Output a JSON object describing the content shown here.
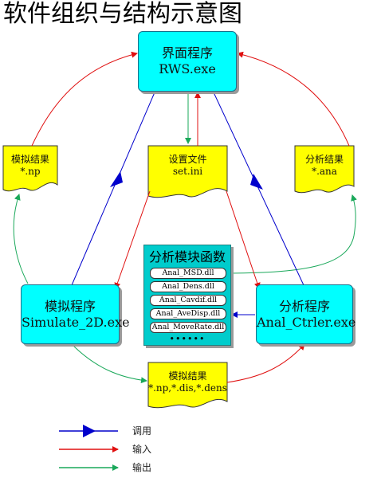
{
  "title": "软件组织与结构示意图",
  "boxes": {
    "rws": {
      "name": "界面程序",
      "file": "RWS.exe"
    },
    "simulate": {
      "name": "模拟程序",
      "file": "Simulate_2D.exe"
    },
    "anal": {
      "name": "分析程序",
      "file": "Anal_Ctrler.exe"
    }
  },
  "documents": {
    "sim_result_left": {
      "name": "模拟结果",
      "file": "*.np"
    },
    "settings": {
      "name": "设置文件",
      "file": "set.ini"
    },
    "anal_result": {
      "name": "分析结果",
      "file": "*.ana"
    },
    "sim_result_bottom": {
      "name": "模拟结果",
      "file": "*.np,*.dis,*.dens"
    }
  },
  "modules": {
    "title": "分析模块函数",
    "items": [
      "Anal_MSD.dll",
      "Anal_Dens.dll",
      "Anal_Cavdif.dll",
      "Anal_AveDisp.dll",
      "Anal_MoveRate.dll"
    ],
    "more": "••••••"
  },
  "legend": {
    "call": "调用",
    "input": "输入",
    "output": "输出"
  },
  "colors": {
    "call": "#0000cc",
    "input": "#e01010",
    "output": "#1aa85a",
    "box": "#00ffff",
    "doc": "#ffff00",
    "modules": "#00cccc"
  }
}
